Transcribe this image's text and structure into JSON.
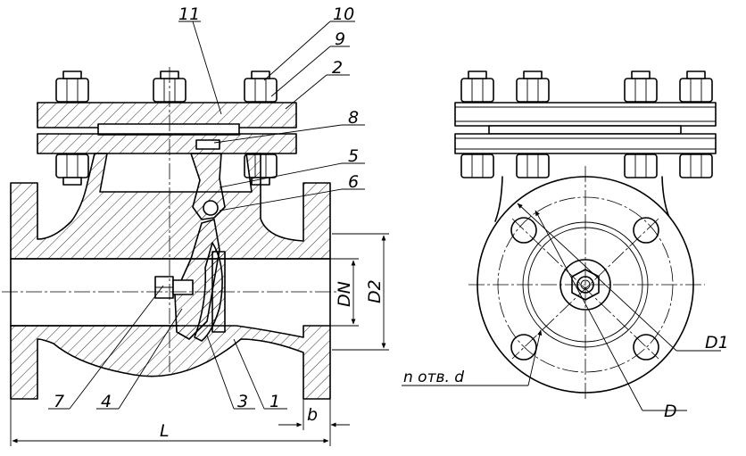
{
  "callouts": {
    "c1": "1",
    "c2": "2",
    "c3": "3",
    "c4": "4",
    "c5": "5",
    "c6": "6",
    "c7": "7",
    "c8": "8",
    "c9": "9",
    "c10": "10",
    "c11": "11"
  },
  "dimensions": {
    "length": "L",
    "flange_thickness": "b",
    "nominal_diameter": "DN",
    "raised_face_diameter": "D2",
    "bolt_circle_diameter": "D1",
    "flange_outer_diameter": "D",
    "holes": "n отв. d"
  }
}
